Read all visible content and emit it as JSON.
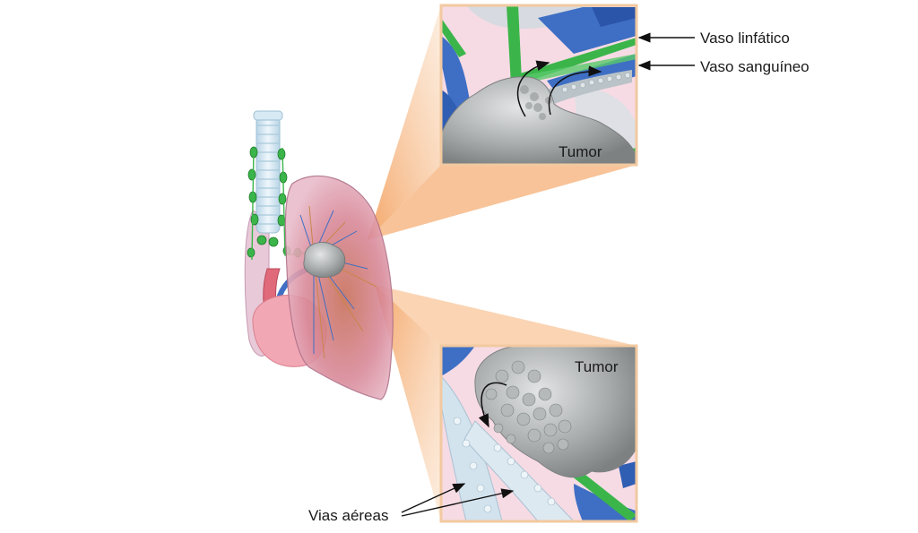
{
  "labels": {
    "lymphatic_vessel": "Vaso linfático",
    "blood_vessel": "Vaso sanguíneo",
    "tumor_top": "Tumor",
    "tumor_bottom": "Tumor",
    "airways": "Vias aéreas"
  },
  "colors": {
    "inset_border": "#f2c9a0",
    "callout_cone": "#f4a261",
    "tumor_gray": "#a9acad",
    "lymph_green": "#3bb54a",
    "blood_blue": "#3f6fc4",
    "lung_pink": "#d98a9a",
    "heart_pink": "#f2a7b4",
    "trachea_blue": "#cfe3ef"
  }
}
